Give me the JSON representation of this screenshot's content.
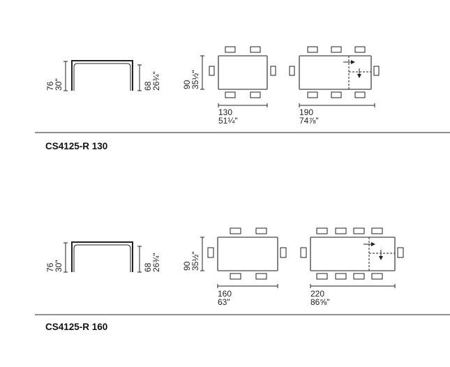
{
  "models": [
    {
      "title": "CS4125-R 130",
      "height": {
        "cm": "76",
        "in": "30\""
      },
      "leg_clearance": {
        "cm": "68",
        "in": "26¾\""
      },
      "depth": {
        "cm": "90",
        "in": "35½\""
      },
      "closed_length": {
        "cm": "130",
        "in": "51¼\""
      },
      "extended_length": {
        "cm": "190",
        "in": "74⅞\""
      },
      "closed_seats": 6,
      "extended_seats": 8
    },
    {
      "title": "CS4125-R 160",
      "height": {
        "cm": "76",
        "in": "30\""
      },
      "leg_clearance": {
        "cm": "68",
        "in": "26¾\""
      },
      "depth": {
        "cm": "90",
        "in": "35½\""
      },
      "closed_length": {
        "cm": "160",
        "in": "63\""
      },
      "extended_length": {
        "cm": "220",
        "in": "86⅝\""
      },
      "closed_seats": 6,
      "extended_seats": 10
    }
  ]
}
